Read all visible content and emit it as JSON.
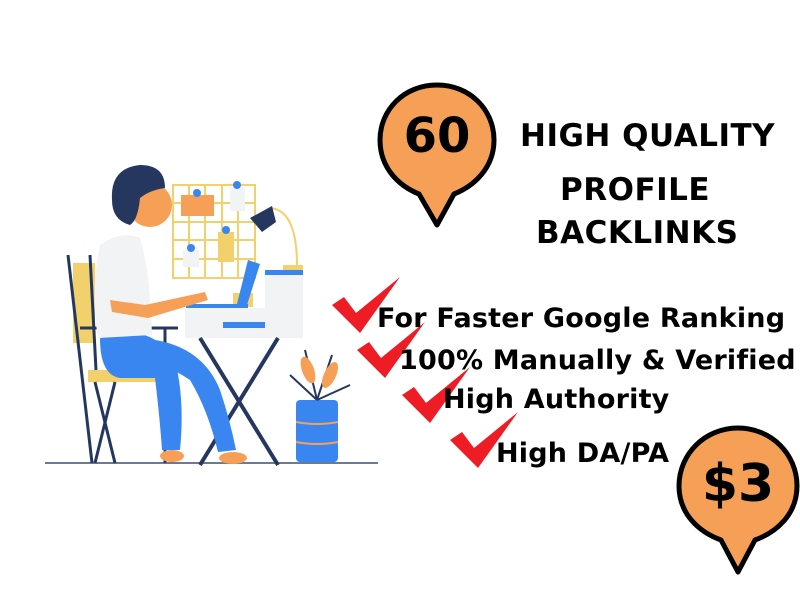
{
  "badge_quantity": {
    "value": "60",
    "fill": "#F6A057",
    "stroke": "#000000"
  },
  "headline": {
    "line1": "HIGH QUALITY",
    "line2": "PROFILE",
    "line3": "BACKLINKS"
  },
  "features": [
    {
      "label": "For Faster Google Ranking",
      "icon": "red-checkmark-icon"
    },
    {
      "label": "100% Manually & Verified",
      "icon": "red-checkmark-icon"
    },
    {
      "label": "High Authority",
      "icon": "red-checkmark-icon"
    },
    {
      "label": "High DA/PA",
      "icon": "red-checkmark-icon"
    }
  ],
  "badge_price": {
    "value": "$3",
    "fill": "#F6A057",
    "stroke": "#000000"
  },
  "colors": {
    "check_red": "#EE1C24",
    "navy": "#25375F",
    "blue": "#3A86F0",
    "yellow": "#F2D06B",
    "skin": "#F6A057",
    "white_shirt": "#F2F3F5"
  },
  "illustration": {
    "subject": "person working on laptop at desk"
  }
}
